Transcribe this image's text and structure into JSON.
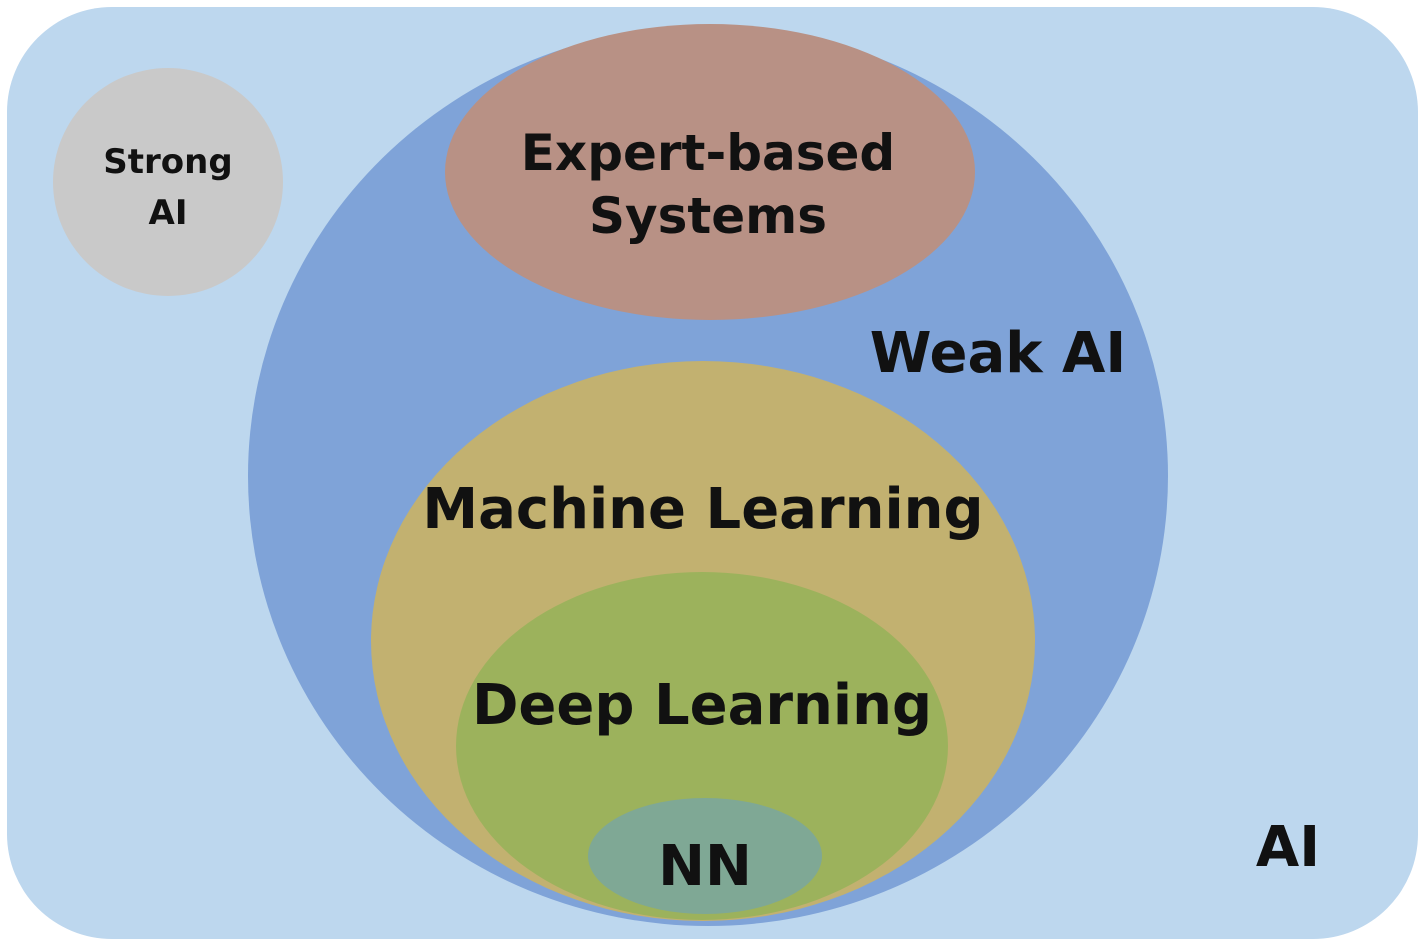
{
  "diagram": {
    "regions": {
      "ai": {
        "label": "AI",
        "color": "#BDD7EE"
      },
      "strong_ai": {
        "label_line1": "Strong",
        "label_line2": "AI",
        "color": "#C9C9C9"
      },
      "weak_ai": {
        "label": "Weak AI",
        "color": "#7FA3D8"
      },
      "expert_systems": {
        "label_line1": "Expert-based",
        "label_line2": "Systems",
        "color": "#B89185"
      },
      "machine_learning": {
        "label": "Machine Learning",
        "color": "#C2B170"
      },
      "deep_learning": {
        "label": "Deep Learning",
        "color": "#9CB25C"
      },
      "nn": {
        "label": "NN",
        "color": "#7FA895"
      }
    }
  }
}
